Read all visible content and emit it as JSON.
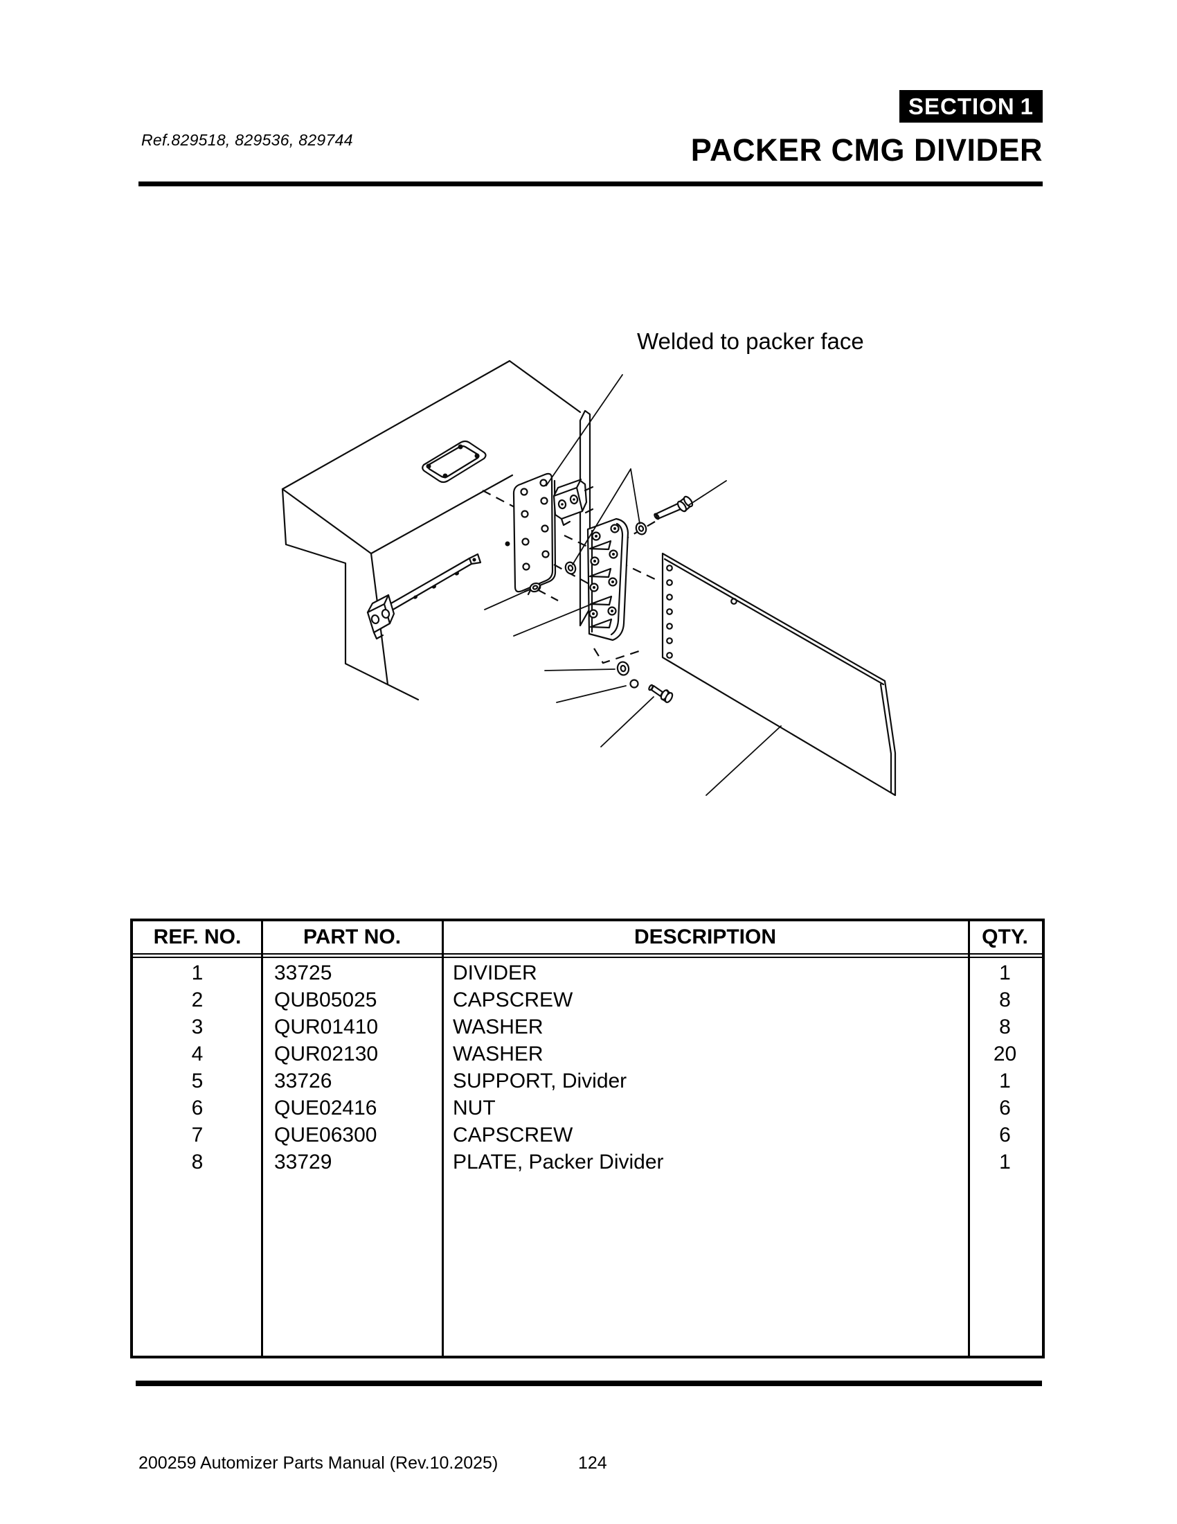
{
  "page": {
    "ref_line": "Ref.829518, 829536, 829744",
    "section_badge": {
      "label": "SECTION",
      "number": "1"
    },
    "title": "PACKER CMG DIVIDER",
    "footer": {
      "manual": "200259 Automizer Parts Manual (Rev.10.2025)",
      "page_number": "124"
    }
  },
  "diagram": {
    "note": "Welded to packer face"
  },
  "parts_table": {
    "headers": [
      "REF. NO.",
      "PART NO.",
      "DESCRIPTION",
      "QTY."
    ],
    "rows": [
      {
        "ref_no": "1",
        "part_no": "33725",
        "description": "DIVIDER",
        "qty": "1"
      },
      {
        "ref_no": "2",
        "part_no": "QUB05025",
        "description": "CAPSCREW",
        "qty": "8"
      },
      {
        "ref_no": "3",
        "part_no": "QUR01410",
        "description": "WASHER",
        "qty": "8"
      },
      {
        "ref_no": "4",
        "part_no": "QUR02130",
        "description": "WASHER",
        "qty": "20"
      },
      {
        "ref_no": "5",
        "part_no": "33726",
        "description": "SUPPORT, Divider",
        "qty": "1"
      },
      {
        "ref_no": "6",
        "part_no": "QUE02416",
        "description": "NUT",
        "qty": "6"
      },
      {
        "ref_no": "7",
        "part_no": "QUE06300",
        "description": "CAPSCREW",
        "qty": "6"
      },
      {
        "ref_no": "8",
        "part_no": "33729",
        "description": "PLATE, Packer Divider",
        "qty": "1"
      }
    ]
  },
  "colors": {
    "ink": "#000000",
    "paper": "#ffffff",
    "badge_bg": "#000000",
    "badge_text": "#ffffff"
  }
}
